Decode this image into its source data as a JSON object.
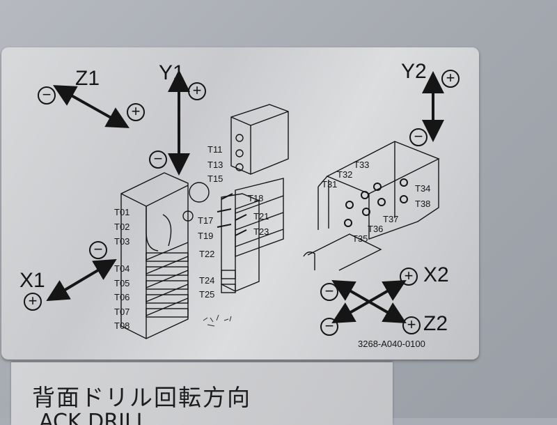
{
  "axes": {
    "z1": {
      "label": "Z1",
      "minus": "−",
      "plus": "+"
    },
    "y1": {
      "label": "Y1",
      "minus": "−",
      "plus": "+"
    },
    "x1": {
      "label": "X1",
      "minus": "−",
      "plus": "+"
    },
    "y2": {
      "label": "Y2",
      "minus": "−",
      "plus": "+"
    },
    "x2": {
      "label": "X2",
      "minus": "−",
      "plus": "+"
    },
    "z2": {
      "label": "Z2",
      "minus": "−",
      "plus": "+"
    }
  },
  "tools_left": [
    "T01",
    "T02",
    "T03",
    "T04",
    "T05",
    "T06",
    "T07",
    "T08"
  ],
  "tools_middle": [
    "T11",
    "T13",
    "T15",
    "T17",
    "T19",
    "T22",
    "T24",
    "T25"
  ],
  "tools_middle_right": [
    "T18",
    "T21",
    "T23"
  ],
  "tools_right": [
    "T31",
    "T32",
    "T33",
    "T34",
    "T38",
    "T37",
    "T36",
    "T35"
  ],
  "part_number": "3268-A040-0100",
  "lower_plate": {
    "line1": "背面ドリル回転方向",
    "line2": "ACK DRILL"
  },
  "colors": {
    "plate": "#d2d3d5",
    "ink": "#151515",
    "background": "#a9adb5"
  }
}
